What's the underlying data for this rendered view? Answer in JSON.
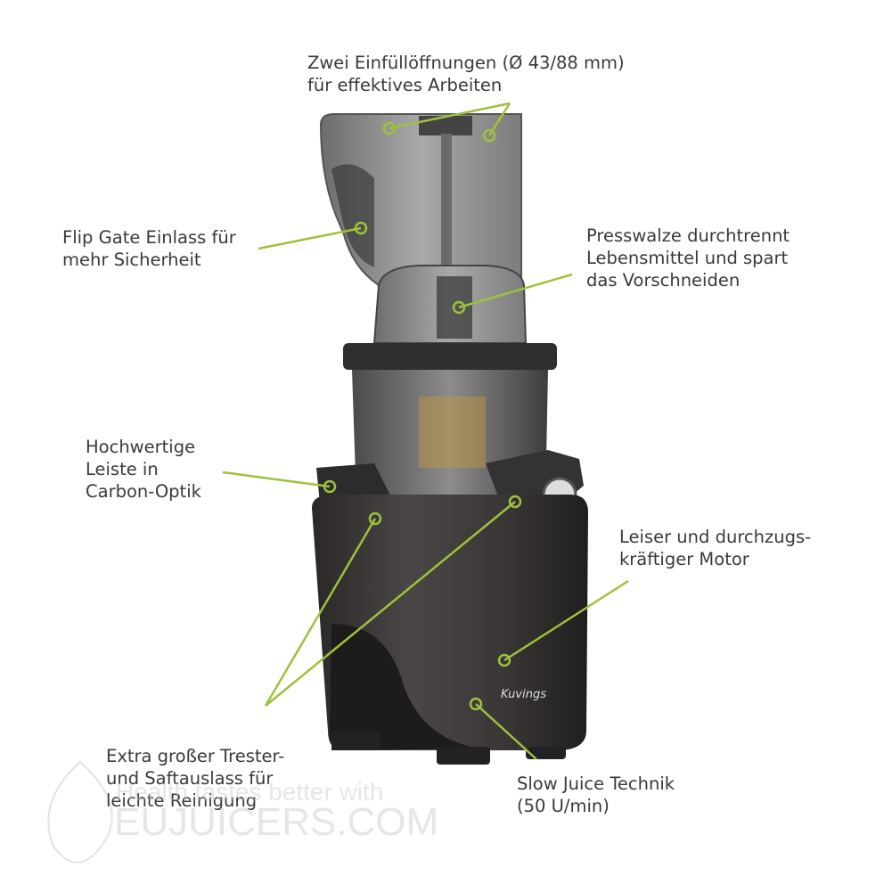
{
  "callouts": [
    {
      "id": "inlets",
      "text": "Zwei Einfüllöffnungen (Ø 43/88 mm)\nfür effektives Arbeiten"
    },
    {
      "id": "flipgate",
      "text": "Flip Gate Einlass für\nmehr Sicherheit"
    },
    {
      "id": "screw",
      "text": "Presswalze durchtrennt\nLebensmittel und spart\ndas Vorschneiden"
    },
    {
      "id": "trim",
      "text": "Hochwertige\nLeiste in\nCarbon-Optik"
    },
    {
      "id": "motor",
      "text": "Leiser und durchzugs-\nkräftiger Motor"
    },
    {
      "id": "outlets",
      "text": "Extra großer Trester-\nund Saftauslass für\nleichte Reinigung"
    },
    {
      "id": "slowjuice",
      "text": "Slow Juice Technik\n(50 U/min)"
    }
  ],
  "brand_logo": "Kuvings",
  "watermark": {
    "line1": "Health tastes better with",
    "line2": "EUJUICERS.COM"
  },
  "colors": {
    "accent": "#9dc23b",
    "text": "#3a3a3a",
    "body": "#3b3838"
  }
}
